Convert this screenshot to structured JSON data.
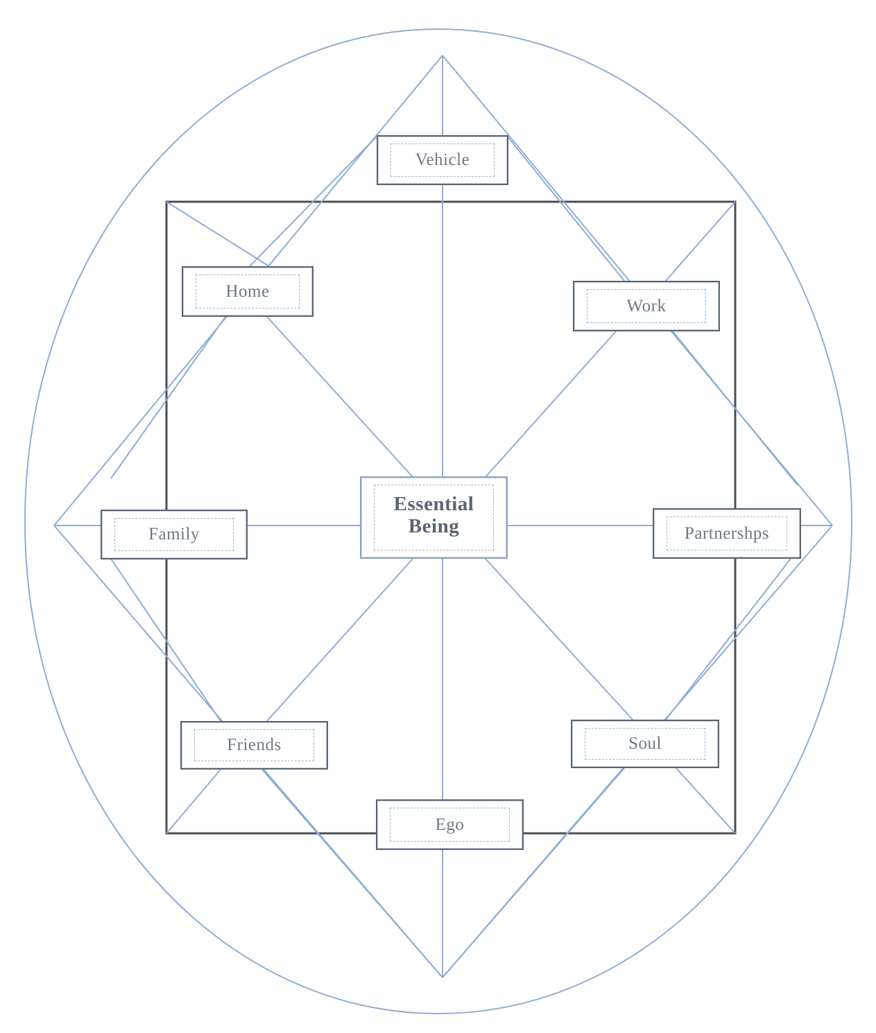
{
  "colors": {
    "line": "#8fadd0",
    "square": "#4a4f56",
    "box_border": "#5a6470",
    "label": "#6d7885"
  },
  "nodes": {
    "center": "Essential\nBeing",
    "vehicle": "Vehicle",
    "home": "Home",
    "work": "Work",
    "family": "Family",
    "partnerships": "Partnershps",
    "friends": "Friends",
    "soul": "Soul",
    "ego": "Ego"
  }
}
